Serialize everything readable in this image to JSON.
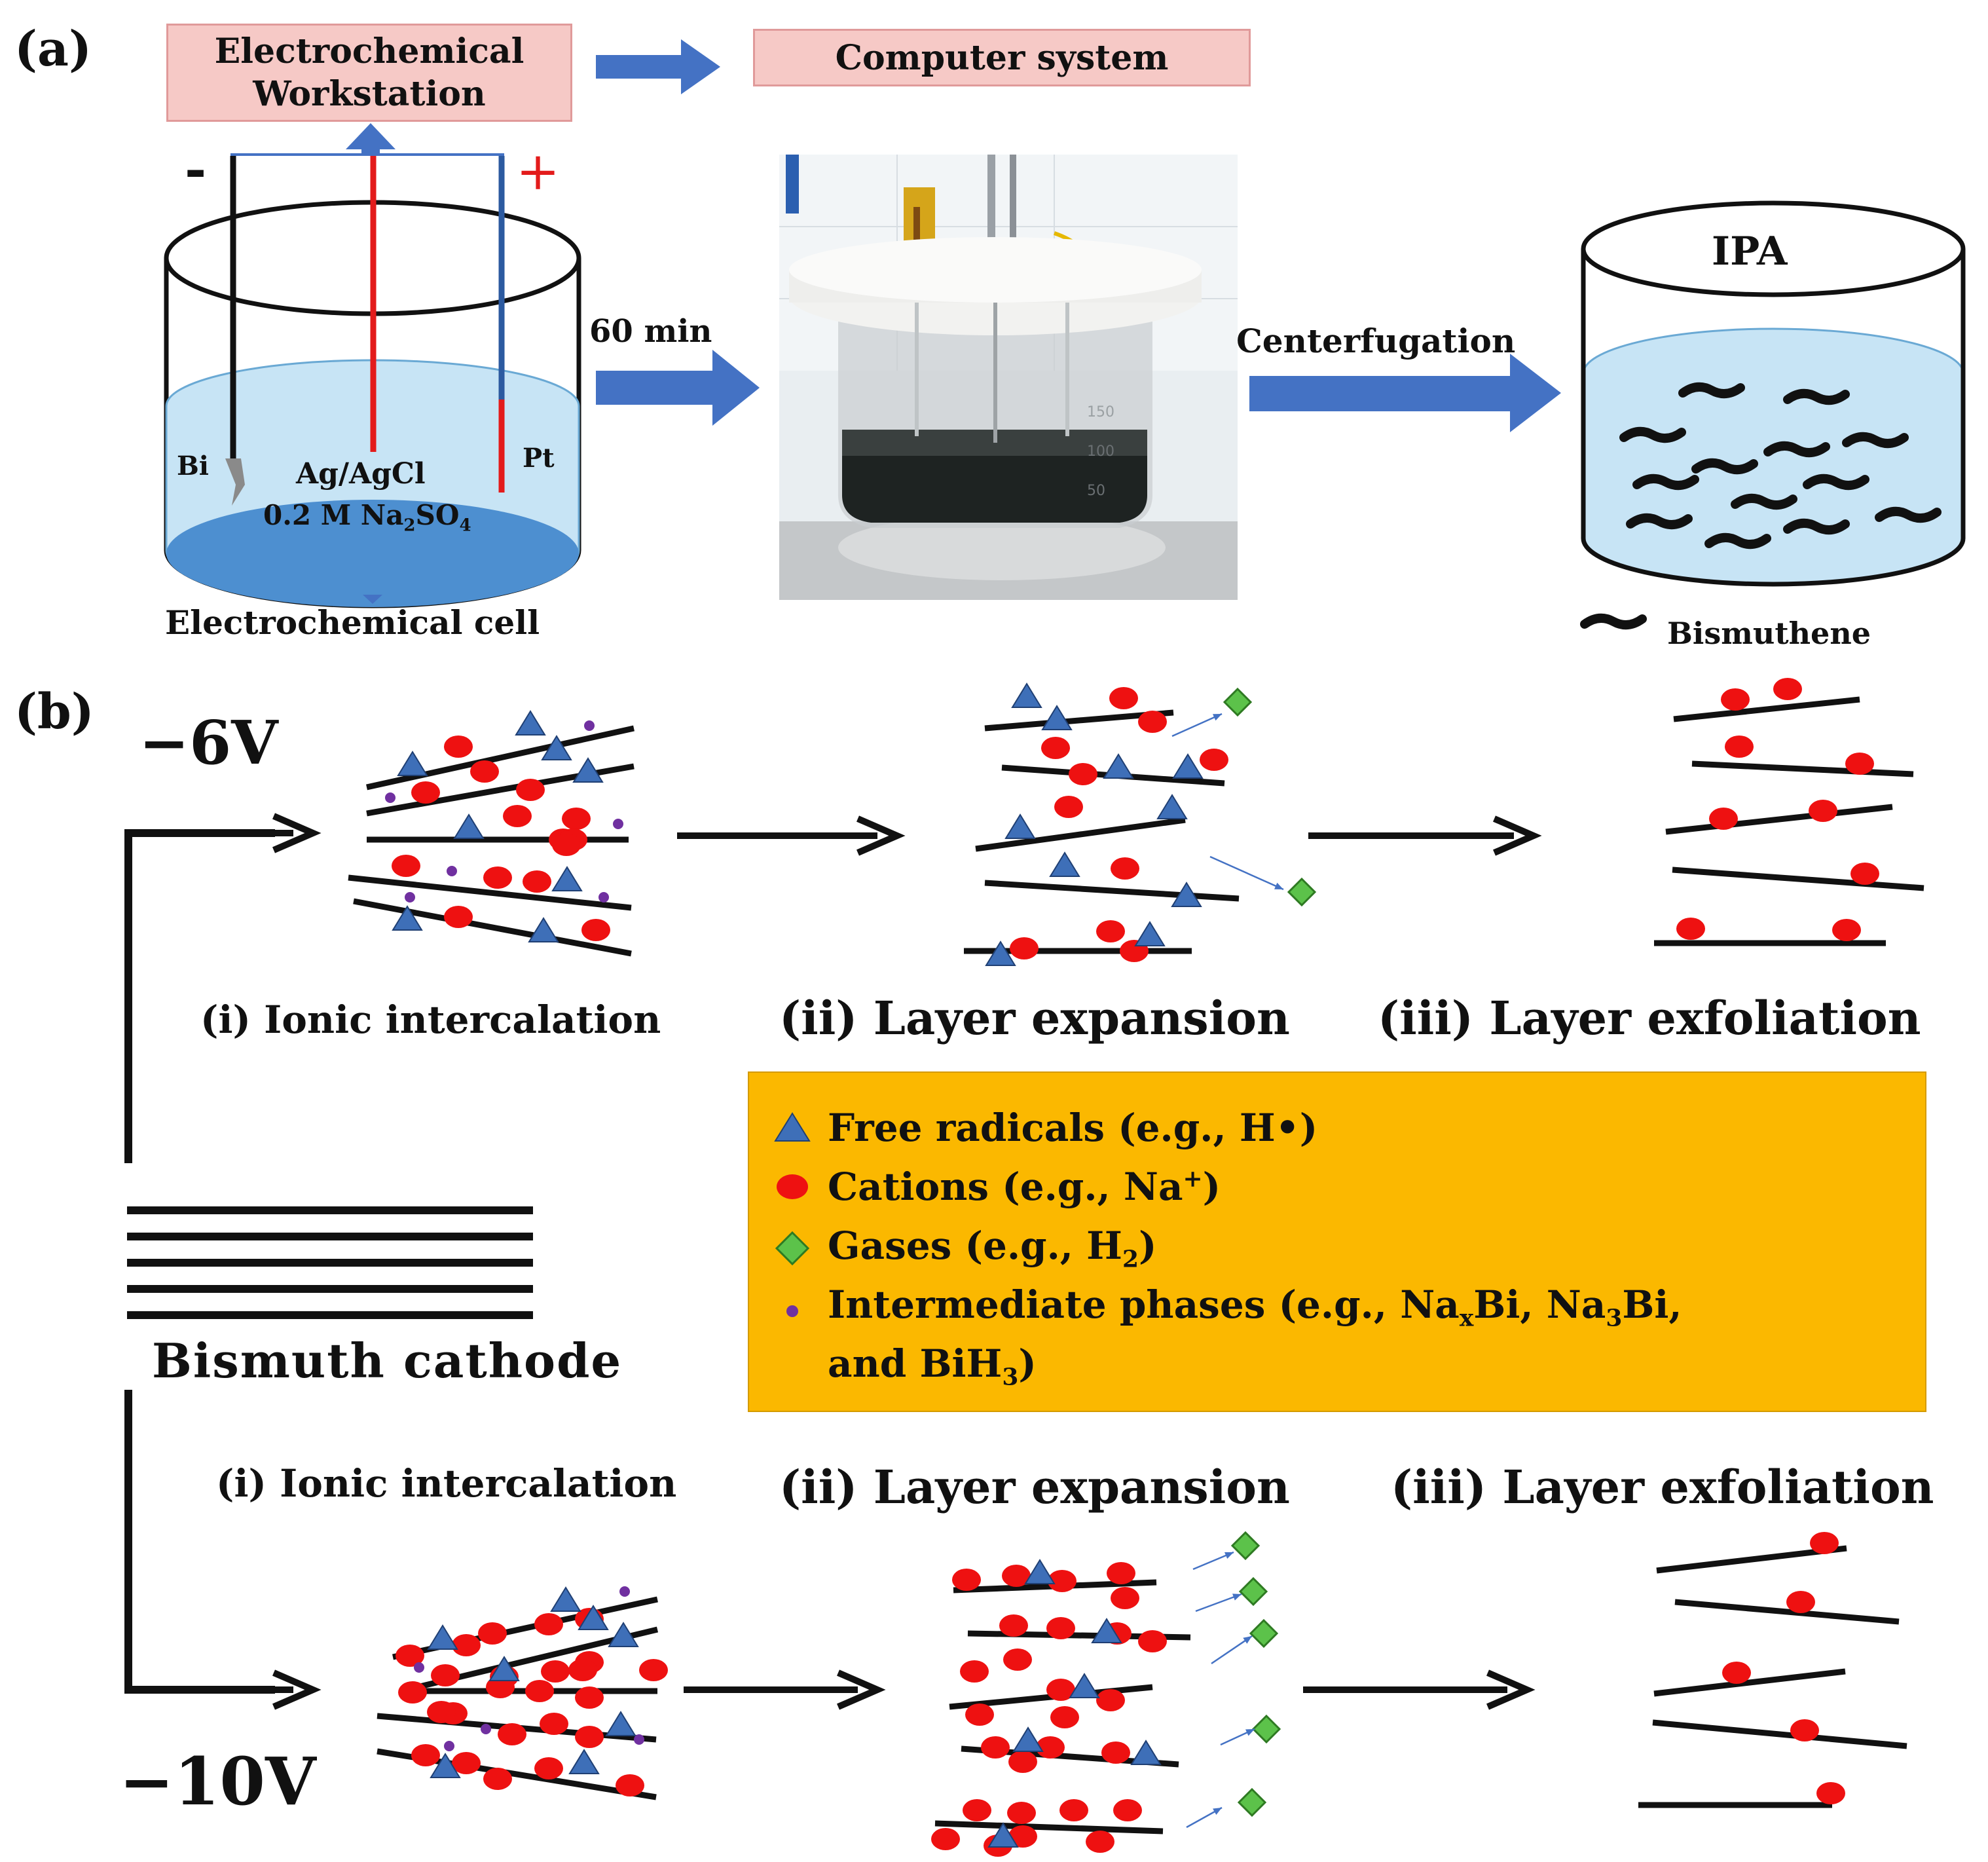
{
  "panel_a": {
    "label": "(a)",
    "workstation": [
      "Electrochemical",
      "Workstation"
    ],
    "computer": "Computer system",
    "minus": "-",
    "plus": "+",
    "electrodes": {
      "bi": "Bi",
      "ref": "Ag/AgCl",
      "pt": "Pt"
    },
    "electrolyte": {
      "prefix": "0.2 M Na",
      "sub1": "2",
      "mid": "SO",
      "sub2": "4"
    },
    "cell_caption": "Electrochemical cell",
    "time": "60 min",
    "step": "Centerfugation",
    "solvent": "IPA",
    "product_legend": "Bismuthene"
  },
  "panel_b": {
    "label": "(b)",
    "voltage_low": "−6V",
    "voltage_high": "−10V",
    "cathode": "Bismuth cathode",
    "stages_top": [
      "(i) Ionic intercalation",
      "(ii) Layer expansion",
      "(iii) Layer exfoliation"
    ],
    "stages_bottom": [
      "(i) Ionic intercalation",
      "(ii) Layer expansion",
      "(iii) Layer exfoliation"
    ],
    "legend": {
      "radicals": "Free radicals (e.g., H•)",
      "cations_prefix": "Cations (e.g., Na",
      "cations_sup": "+",
      "cations_suffix": ")",
      "gases_prefix": "Gases (e.g., H",
      "gases_sub": "2",
      "gases_suffix": ")",
      "inter_line1_a": "Intermediate phases (e.g., Na",
      "inter_line1_sub1": "x",
      "inter_line1_b": "Bi, Na",
      "inter_line1_sub2": "3",
      "inter_line1_c": "Bi,",
      "inter_line2_a": "and BiH",
      "inter_line2_sub": "3",
      "inter_line2_b": ")"
    }
  },
  "colors": {
    "arrow_blue": "#4472c4",
    "cation_red": "#ee1111",
    "radical_blue": "#3e6fb8",
    "gas_green": "#5cc24a",
    "intermediate_purple": "#7030a0",
    "legend_bg": "#fbb800",
    "box_pink": "#f6c9c6",
    "liquid": "#c7e4f5"
  }
}
